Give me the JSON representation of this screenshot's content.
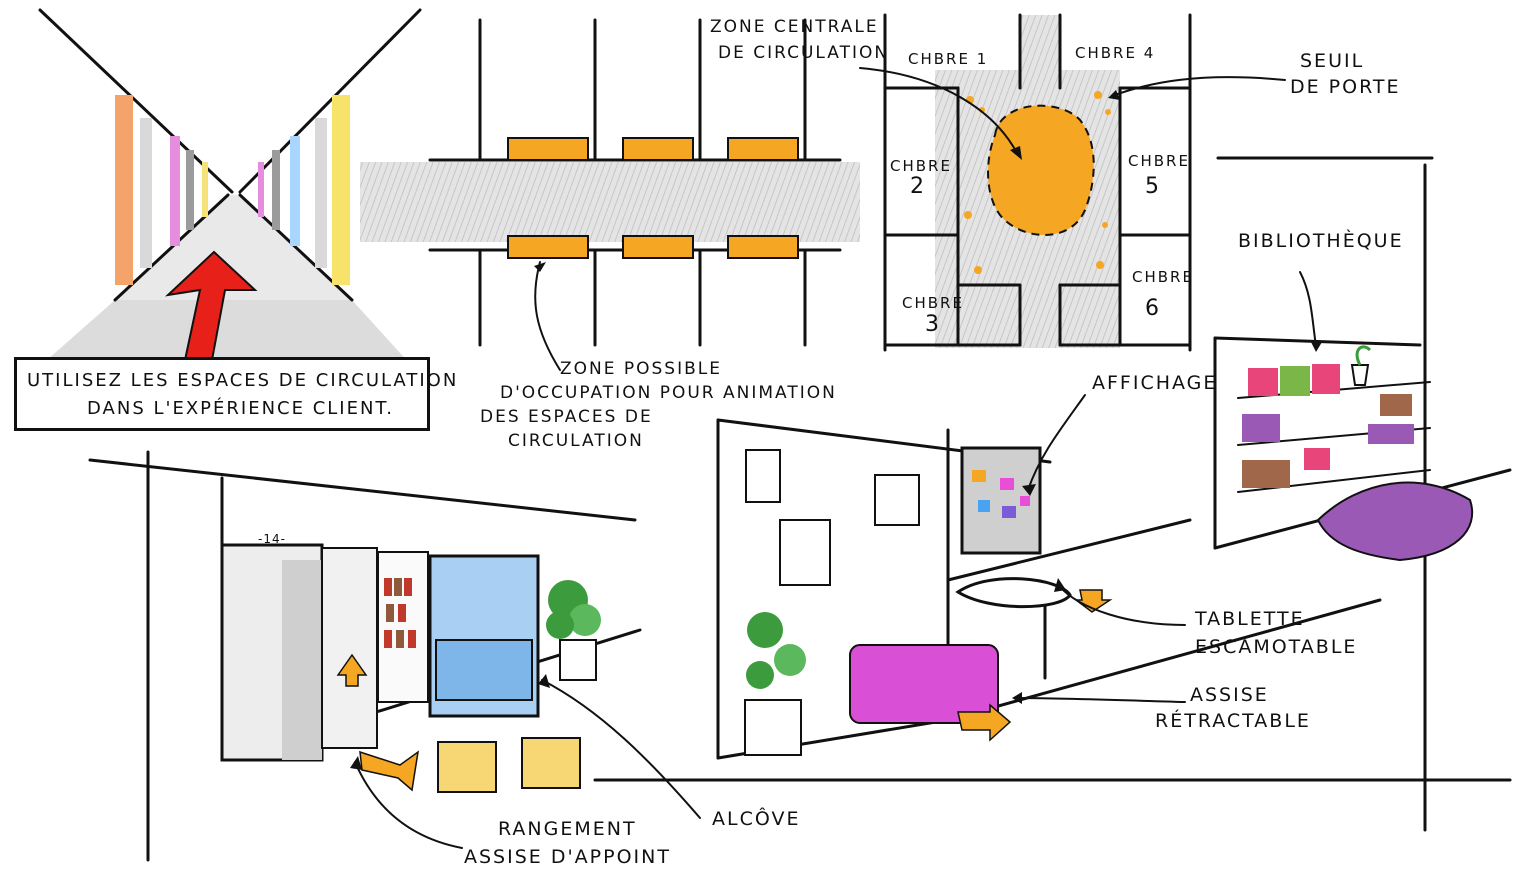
{
  "colors": {
    "accent_orange": "#f5a623",
    "arrow_red": "#e8201a",
    "cushion_purple": "#9b59b6",
    "seat_magenta": "#d94fd6",
    "alcove_blue": "#a9cff2",
    "pouf_yellow": "#f7d774",
    "plant_green": "#3c9b3c",
    "ink": "#111111",
    "corridor_grey": "#c9c9c9"
  },
  "corridor_callout": {
    "line1": "Utilisez les espaces de circulation",
    "line2": "dans l'expérience client."
  },
  "corridor_plan": {
    "label_line1": "Zone possible",
    "label_line2": "d'occupation pour animation",
    "label_line3": "des espaces de",
    "label_line4": "circulation"
  },
  "room_plan": {
    "central_line1": "Zone centrale",
    "central_line2": "de circulation",
    "threshold_line1": "Seuil",
    "threshold_line2": "de porte",
    "rooms": [
      {
        "label": "Chbre",
        "number": "1"
      },
      {
        "label": "Chbre",
        "number": "4"
      },
      {
        "label": "Chbre",
        "number": "2"
      },
      {
        "label": "Chbre",
        "number": "5"
      },
      {
        "label": "Chbre",
        "number": "3"
      },
      {
        "label": "Chbre",
        "number": "6"
      }
    ]
  },
  "library": {
    "label": "Bibliothèque"
  },
  "alcove_scene": {
    "door_number": "-14-",
    "alcove_label": "Alcôve",
    "storage_line1": "Rangement",
    "storage_line2": "assise d'appoint"
  },
  "wall_scene": {
    "display_label": "Affichage",
    "table_line1": "Tablette",
    "table_line2": "escamotable",
    "seat_line1": "Assise",
    "seat_line2": "rétractable"
  }
}
